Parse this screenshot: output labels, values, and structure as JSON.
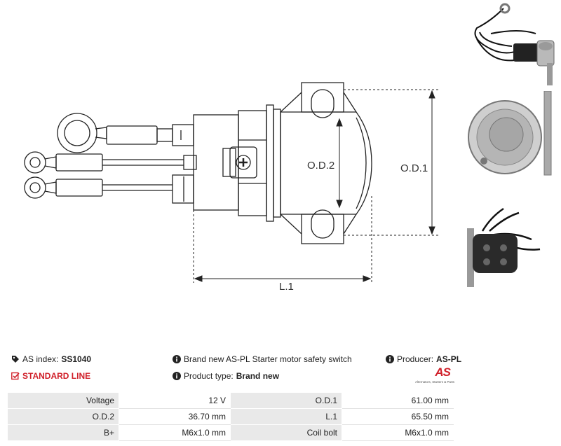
{
  "drawing": {
    "od1_label": "O.D.1",
    "od2_label": "O.D.2",
    "l1_label": "L.1"
  },
  "info": {
    "index_label": "AS index:",
    "index_value": "SS1040",
    "line_label": "STANDARD LINE",
    "description": "Brand new AS-PL Starter motor safety switch",
    "type_label": "Product type:",
    "type_value": "Brand new",
    "producer_label": "Producer:",
    "producer_value": "AS-PL",
    "logo_text": "AS",
    "logo_tagline": "Alternators, Starters & Parts"
  },
  "specs": [
    {
      "l1": "Voltage",
      "v1": "12 V",
      "l2": "O.D.1",
      "v2": "61.00 mm"
    },
    {
      "l1": "O.D.2",
      "v1": "36.70 mm",
      "l2": "L.1",
      "v2": "65.50 mm"
    },
    {
      "l1": "B+",
      "v1": "M6x1.0 mm",
      "l2": "Coil bolt",
      "v2": "M6x1.0 mm"
    }
  ],
  "colors": {
    "accent": "#d0202a",
    "text": "#222222",
    "label_bg": "#e9e9e9"
  }
}
